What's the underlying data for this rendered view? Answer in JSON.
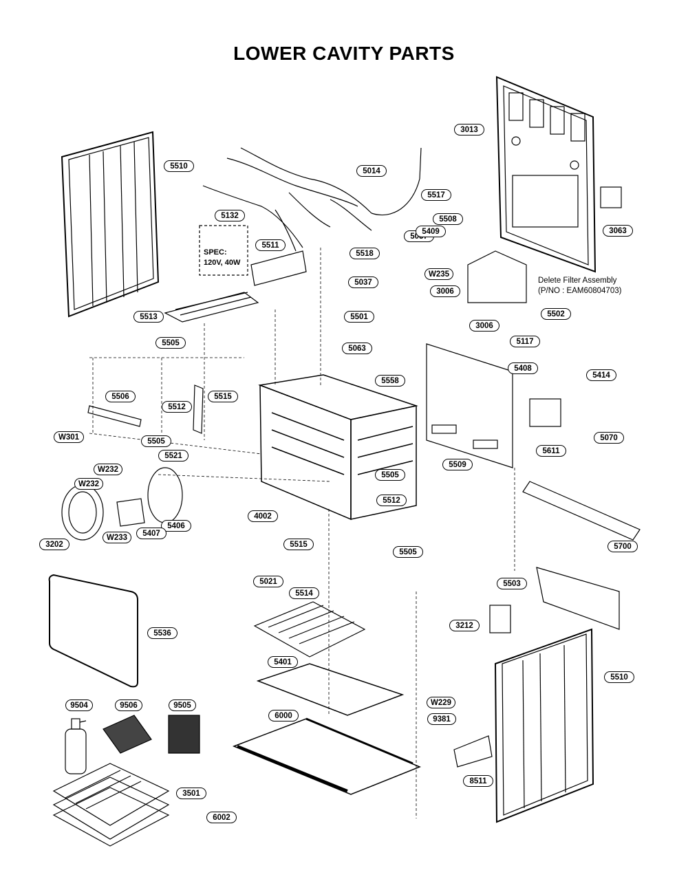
{
  "title": "LOWER CAVITY PARTS",
  "spec": {
    "line1": "SPEC:",
    "line2": "120V, 40W"
  },
  "note": {
    "line1": "Delete Filter Assembly",
    "line2": "(P/NO : EAM60804703)"
  },
  "parts": [
    {
      "id": "part-3013",
      "label": "3013"
    },
    {
      "id": "part-3063",
      "label": "3063"
    },
    {
      "id": "part-5510-top",
      "label": "5510"
    },
    {
      "id": "part-5014",
      "label": "5014"
    },
    {
      "id": "part-5517",
      "label": "5517"
    },
    {
      "id": "part-5132",
      "label": "5132"
    },
    {
      "id": "part-5037-a",
      "label": "5037"
    },
    {
      "id": "part-5508",
      "label": "5508"
    },
    {
      "id": "part-5409",
      "label": "5409"
    },
    {
      "id": "part-5511",
      "label": "5511"
    },
    {
      "id": "part-5518",
      "label": "5518"
    },
    {
      "id": "part-W235",
      "label": "W235"
    },
    {
      "id": "part-5037-b",
      "label": "5037"
    },
    {
      "id": "part-3006-a",
      "label": "3006"
    },
    {
      "id": "part-5513",
      "label": "5513"
    },
    {
      "id": "part-5501",
      "label": "5501"
    },
    {
      "id": "part-3006-b",
      "label": "3006"
    },
    {
      "id": "part-5502",
      "label": "5502"
    },
    {
      "id": "part-5505-a",
      "label": "5505"
    },
    {
      "id": "part-5117",
      "label": "5117"
    },
    {
      "id": "part-5063",
      "label": "5063"
    },
    {
      "id": "part-5408",
      "label": "5408"
    },
    {
      "id": "part-5414",
      "label": "5414"
    },
    {
      "id": "part-5558",
      "label": "5558"
    },
    {
      "id": "part-5506",
      "label": "5506"
    },
    {
      "id": "part-5515-a",
      "label": "5515"
    },
    {
      "id": "part-5512-a",
      "label": "5512"
    },
    {
      "id": "part-W301",
      "label": "W301"
    },
    {
      "id": "part-5505-b",
      "label": "5505"
    },
    {
      "id": "part-5070",
      "label": "5070"
    },
    {
      "id": "part-5611",
      "label": "5611"
    },
    {
      "id": "part-5521",
      "label": "5521"
    },
    {
      "id": "part-5509",
      "label": "5509"
    },
    {
      "id": "part-W232-a",
      "label": "W232"
    },
    {
      "id": "part-5505-c",
      "label": "5505"
    },
    {
      "id": "part-W232-b",
      "label": "W232"
    },
    {
      "id": "part-5512-b",
      "label": "5512"
    },
    {
      "id": "part-4002",
      "label": "4002"
    },
    {
      "id": "part-5406",
      "label": "5406"
    },
    {
      "id": "part-5407",
      "label": "5407"
    },
    {
      "id": "part-W233",
      "label": "W233"
    },
    {
      "id": "part-3202",
      "label": "3202"
    },
    {
      "id": "part-5515-b",
      "label": "5515"
    },
    {
      "id": "part-5700",
      "label": "5700"
    },
    {
      "id": "part-5505-d",
      "label": "5505"
    },
    {
      "id": "part-5021",
      "label": "5021"
    },
    {
      "id": "part-5503",
      "label": "5503"
    },
    {
      "id": "part-5514",
      "label": "5514"
    },
    {
      "id": "part-5536",
      "label": "5536"
    },
    {
      "id": "part-3212",
      "label": "3212"
    },
    {
      "id": "part-5401",
      "label": "5401"
    },
    {
      "id": "part-5510-bottom",
      "label": "5510"
    },
    {
      "id": "part-9504",
      "label": "9504"
    },
    {
      "id": "part-9506",
      "label": "9506"
    },
    {
      "id": "part-9505",
      "label": "9505"
    },
    {
      "id": "part-W229",
      "label": "W229"
    },
    {
      "id": "part-6000",
      "label": "6000"
    },
    {
      "id": "part-9381",
      "label": "9381"
    },
    {
      "id": "part-8511",
      "label": "8511"
    },
    {
      "id": "part-3501",
      "label": "3501"
    },
    {
      "id": "part-6002",
      "label": "6002"
    }
  ]
}
